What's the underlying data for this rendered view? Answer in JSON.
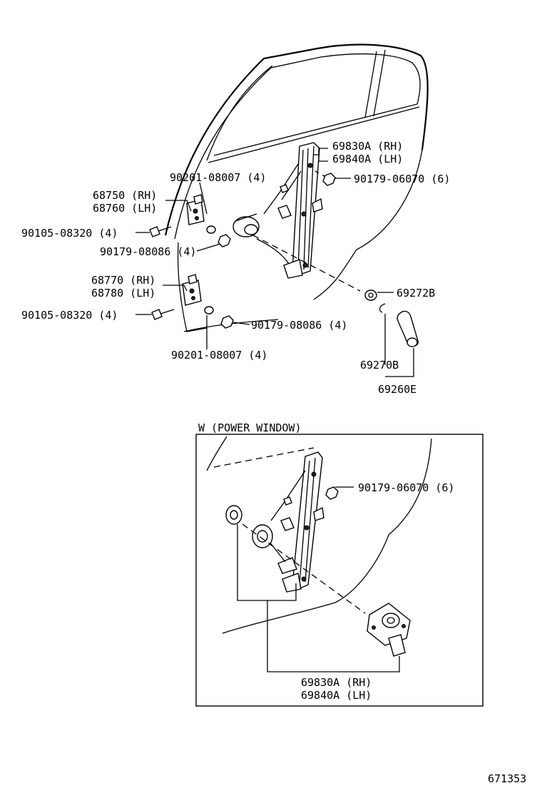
{
  "manual_window": {
    "regulator_label": "69830A (RH)",
    "regulator_label_lh": "69840A (LH)",
    "regulator_bolt": "90179-06070 (6)",
    "upper_hinge_rh": "68750 (RH)",
    "upper_hinge_lh": "68760 (LH)",
    "upper_hinge_washer": "90201-08007 (4)",
    "upper_hinge_bolt": "90105-08320 (4)",
    "upper_hinge_nut": "90179-08086 (4)",
    "lower_hinge_rh": "68770 (RH)",
    "lower_hinge_lh": "68780 (LH)",
    "lower_hinge_bolt": "90105-08320 (4)",
    "lower_hinge_nut": "90179-08086 (4)",
    "lower_hinge_washer": "90201-08007 (4)",
    "handle_plate": "69272B",
    "handle_clip": "69270B",
    "handle_assy": "69260E"
  },
  "power_window": {
    "section_title": "W (POWER WINDOW)",
    "regulator_bolt": "90179-06070 (6)",
    "regulator_label_rh": "69830A (RH)",
    "regulator_label_lh": "69840A (LH)"
  },
  "figure_number": "671353"
}
